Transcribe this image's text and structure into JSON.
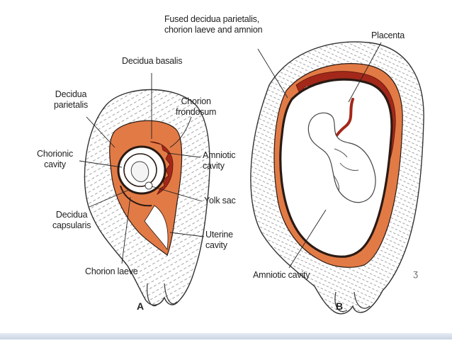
{
  "colors": {
    "tissue_outline": "#333333",
    "hatching": "#8c8c8c",
    "decidua_orange": "#e27a45",
    "villi_red": "#a3281a",
    "membrane_dark": "#2a1a14",
    "slide_bar": "#c9d3e3"
  },
  "figure_a": {
    "letter": "A",
    "labels": {
      "decidua_basalis": "Decidua basalis",
      "chorion_frondosum": "Chorion\nfrondosum",
      "decidua_parietalis": "Decidua\nparietalis",
      "chorionic_cavity": "Chorionic\ncavity",
      "amniotic_cavity": "Amniotic\ncavity",
      "yolk_sac": "Yolk sac",
      "decidua_capsularis": "Decidua\ncapsularis",
      "uterine_cavity": "Uterine\ncavity",
      "chorion_laeve": "Chorion laeve"
    }
  },
  "figure_b": {
    "letter": "B",
    "labels": {
      "fused_membranes": "Fused decidua parietalis,\nchorion laeve and amnion",
      "placenta": "Placenta",
      "amniotic_cavity": "Amniotic cavity"
    },
    "stray_mark": "ʒ"
  }
}
